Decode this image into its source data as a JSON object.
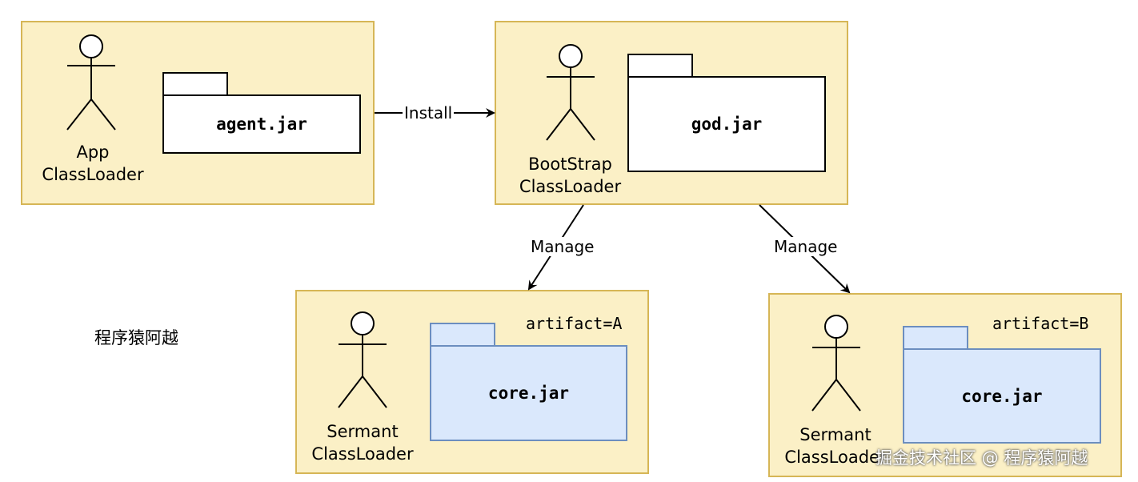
{
  "nodes": {
    "app": {
      "actor_label": "App\nClassLoader",
      "package_label": "agent.jar"
    },
    "bootstrap": {
      "actor_label": "BootStrap\nClassLoader",
      "package_label": "god.jar"
    },
    "sermant_a": {
      "actor_label": "Sermant\nClassLoader",
      "package_label": "core.jar",
      "artifact": "artifact=A"
    },
    "sermant_b": {
      "actor_label": "Sermant\nClassLoader",
      "package_label": "core.jar",
      "artifact": "artifact=B"
    }
  },
  "edges": {
    "install": "Install",
    "manage_a": "Manage",
    "manage_b": "Manage"
  },
  "watermarks": {
    "author": "程序猿阿越",
    "site": "掘金技术社区 @ 程序猿阿越"
  },
  "colors": {
    "container_fill": "#fbf0c6",
    "container_stroke": "#d6b656",
    "package_blue_fill": "#dae8fc",
    "package_blue_stroke": "#6c8ebf"
  }
}
